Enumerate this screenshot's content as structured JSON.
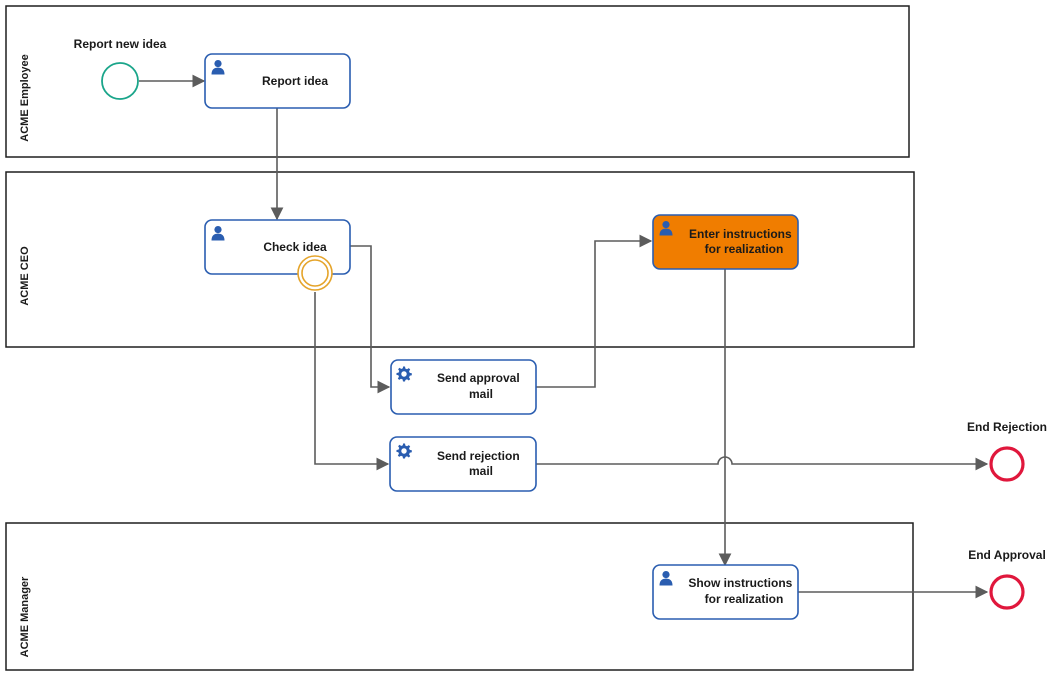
{
  "lanes": {
    "employee": "ACME Employee",
    "ceo": "ACME CEO",
    "manager": "ACME Manager"
  },
  "events": {
    "start": "Report new idea",
    "end_rejection": "End Rejection",
    "end_approval": "End Approval"
  },
  "tasks": {
    "report_idea": [
      "Report idea"
    ],
    "check_idea": [
      "Check idea"
    ],
    "enter_instructions": [
      "Enter instructions",
      "for realization"
    ],
    "send_approval": [
      "Send approval",
      "mail"
    ],
    "send_rejection": [
      "Send rejection",
      "mail"
    ],
    "show_instructions": [
      "Show instructions",
      "for realization"
    ]
  },
  "icons": {
    "user_task": "user-icon",
    "service_task": "gear-icon"
  },
  "colors": {
    "task_border": "#2a5db0",
    "active_task_fill": "#f07d00",
    "start_event": "#1aa58a",
    "boundary_event": "#e5a42a",
    "end_event": "#e0173c",
    "flow": "#5c5c5c"
  }
}
